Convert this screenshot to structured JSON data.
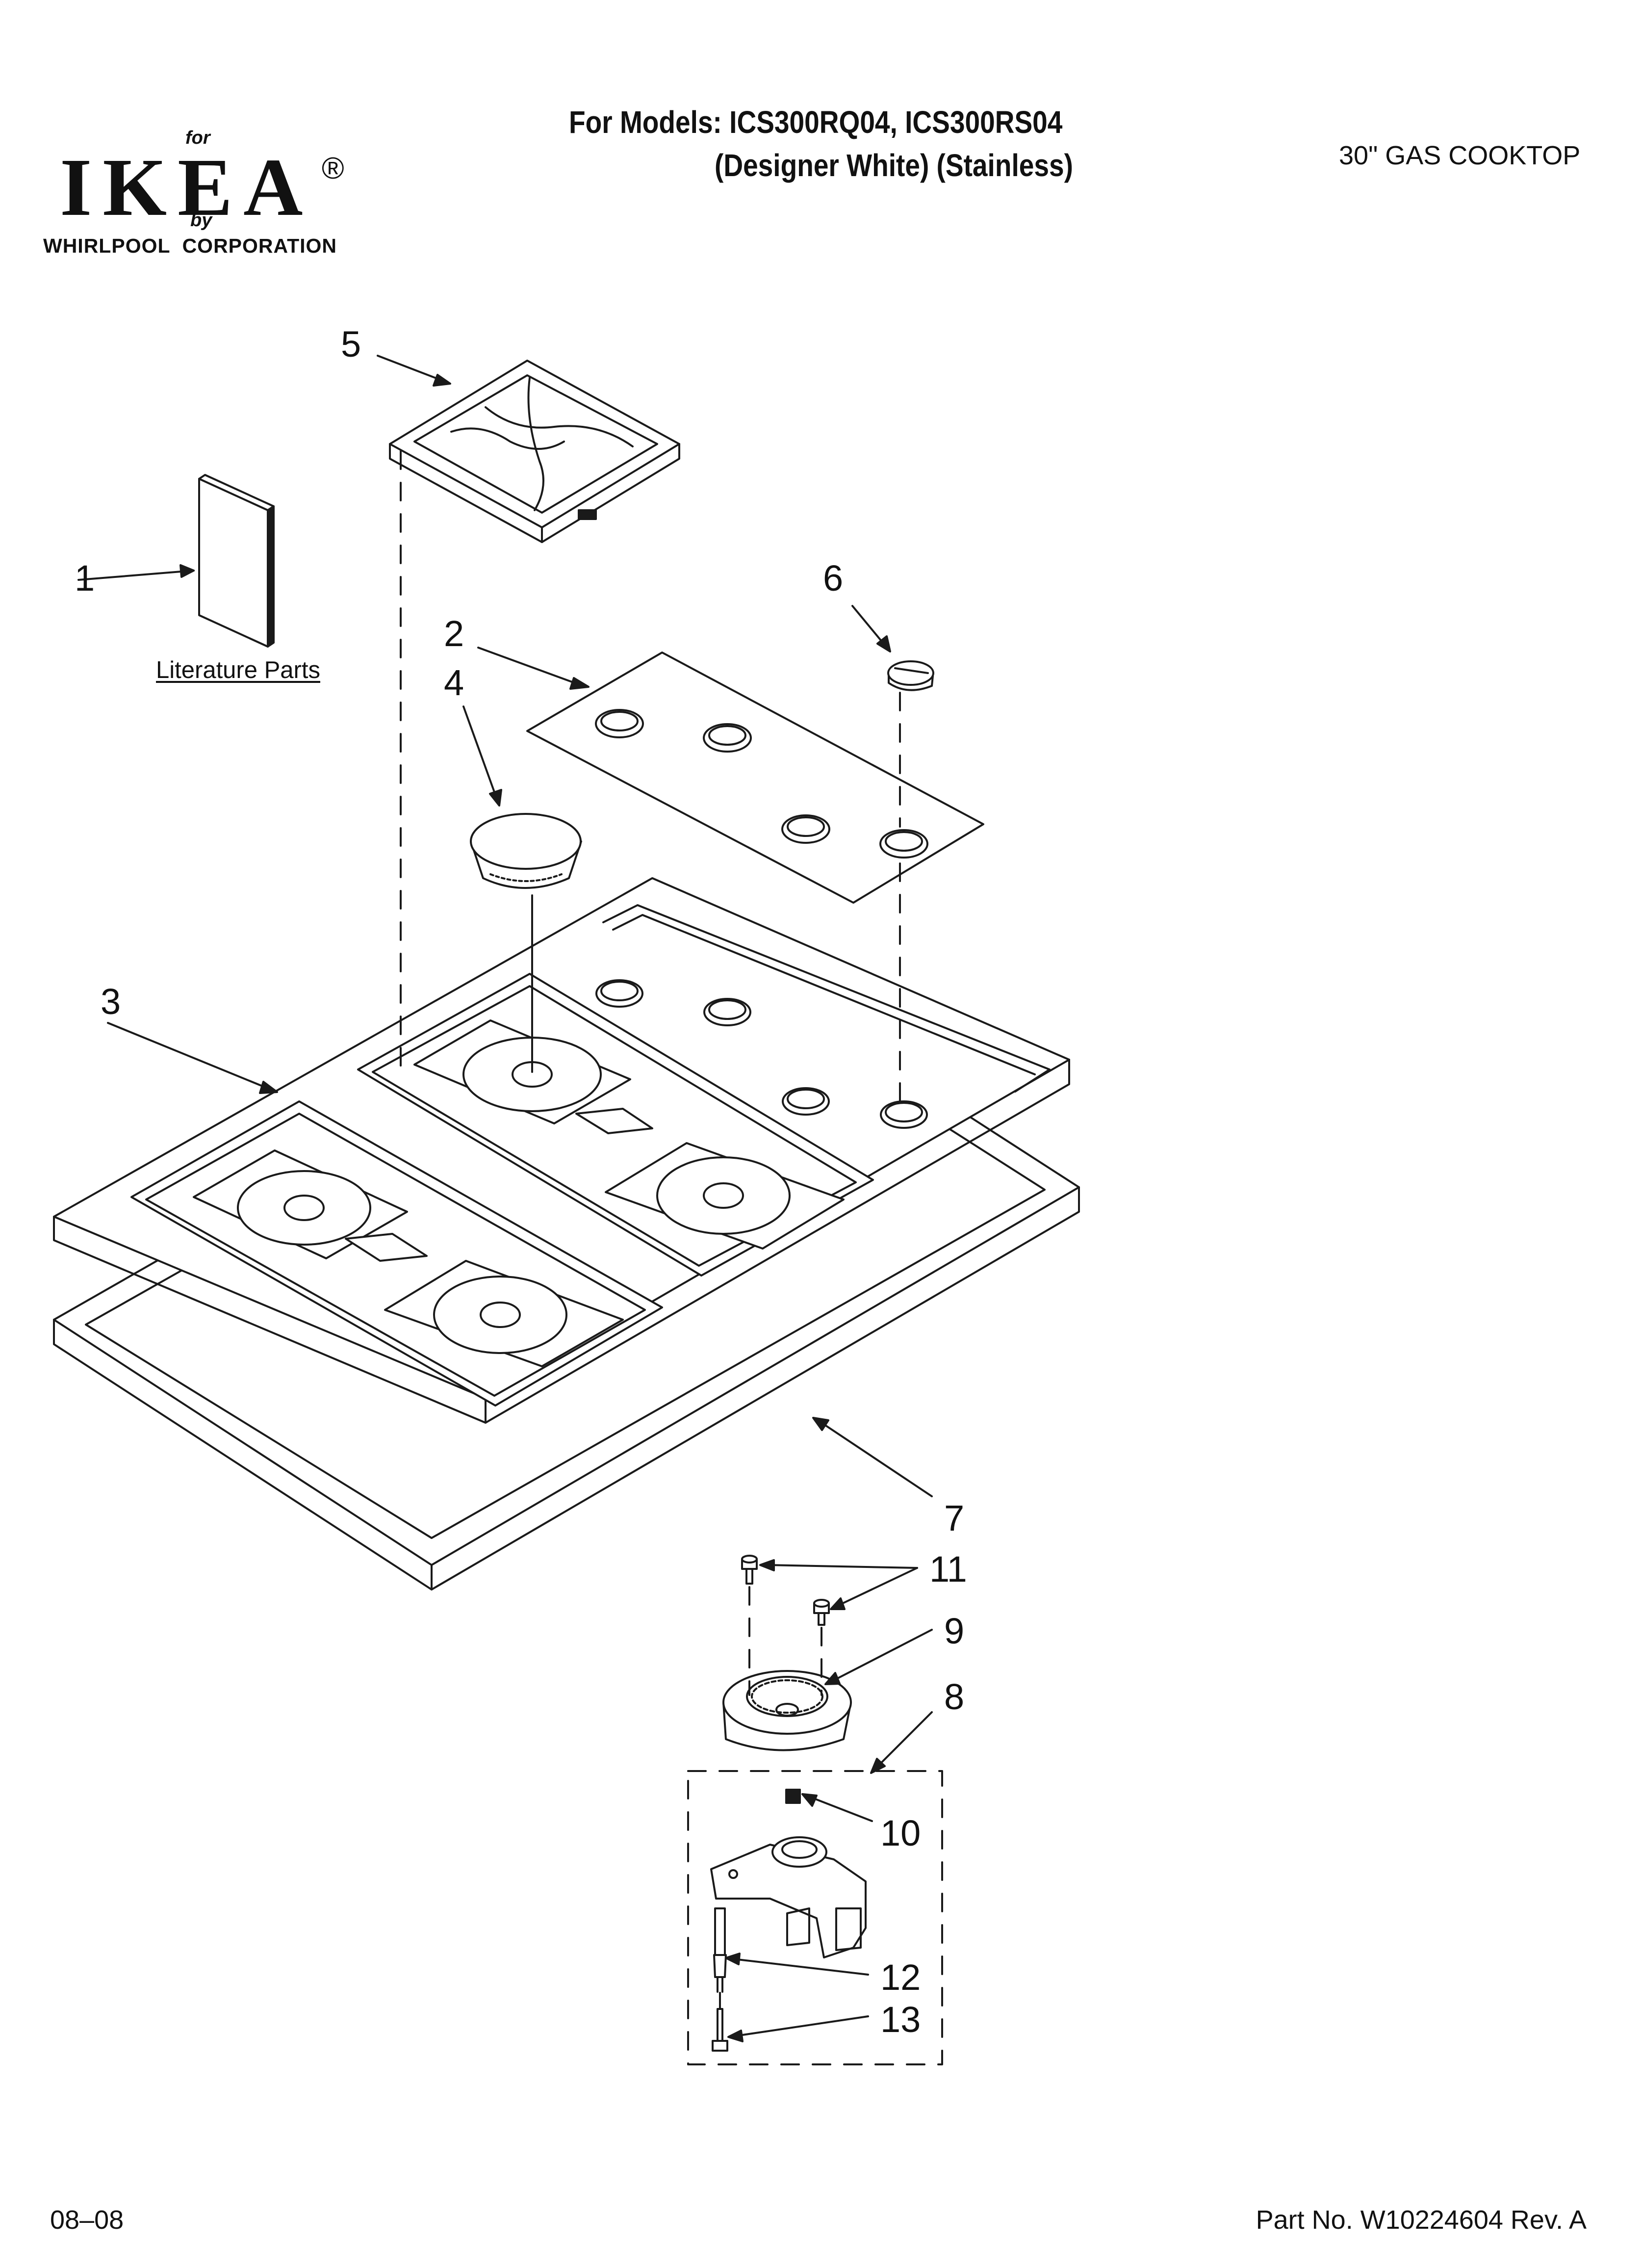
{
  "header": {
    "logo": {
      "for_text": "for",
      "brand": "IKEA",
      "registered_mark": "®",
      "by_text": "by",
      "corporation": "WHIRLPOOL  CORPORATION"
    },
    "models_line": "For Models: ICS300RQ04, ICS300RS04",
    "variants_line": "(Designer White) (Stainless)",
    "product_type": "30\" GAS COOKTOP"
  },
  "callouts": {
    "c1": "1",
    "c2": "2",
    "c3": "3",
    "c4": "4",
    "c5": "5",
    "c6": "6",
    "c7": "7",
    "c8": "8",
    "c9": "9",
    "c10": "10",
    "c11": "11",
    "c12": "12",
    "c13": "13"
  },
  "literature_label": "Literature Parts",
  "footer": {
    "date_code": "08–08",
    "part_number": "Part No. W10224604 Rev. A"
  },
  "parts": [
    {
      "id": 1,
      "name": "literature-booklet-icon"
    },
    {
      "id": 2,
      "name": "control-panel-plate-icon"
    },
    {
      "id": 3,
      "name": "cooktop-main-top-icon"
    },
    {
      "id": 4,
      "name": "burner-cap-icon"
    },
    {
      "id": 5,
      "name": "burner-grate-icon"
    },
    {
      "id": 6,
      "name": "control-knob-icon"
    },
    {
      "id": 7,
      "name": "cooktop-seal-gasket-icon"
    },
    {
      "id": 8,
      "name": "burner-assembly-group-icon"
    },
    {
      "id": 9,
      "name": "burner-base-icon"
    },
    {
      "id": 10,
      "name": "orifice-icon"
    },
    {
      "id": 11,
      "name": "screw-icon"
    },
    {
      "id": 12,
      "name": "igniter-electrode-icon"
    },
    {
      "id": 13,
      "name": "mounting-screw-icon"
    }
  ]
}
